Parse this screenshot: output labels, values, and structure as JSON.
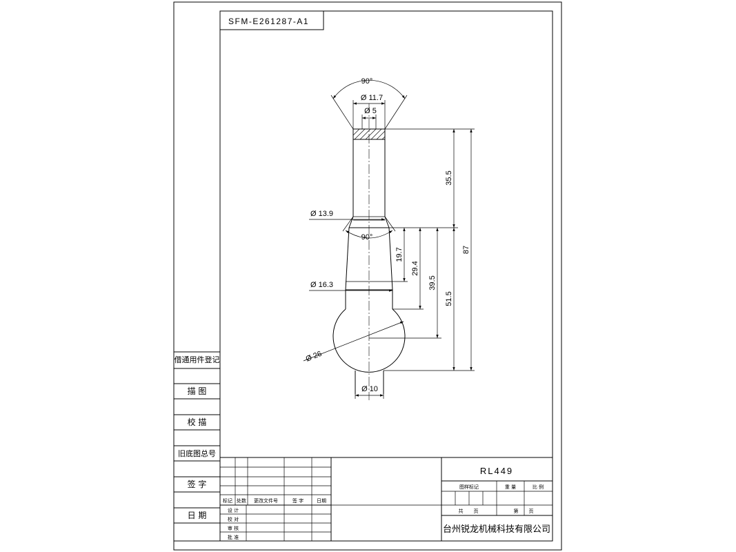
{
  "drawing_number": "SFM-E261287-A1",
  "part_code": "RL449",
  "company": "台州锐龙机械科技有限公司",
  "left_panel": {
    "borrow_register": "借通用件登记",
    "tracing": "描 图",
    "checking_trace": "校 描",
    "old_drawing_no": "旧底图总号",
    "signature": "签 字",
    "date": "日 期"
  },
  "revision_table": {
    "headers": [
      "标记",
      "处数",
      "更改文件号",
      "签 字",
      "日期"
    ],
    "roles": [
      "设 计",
      "校 对",
      "审 核",
      "批 准"
    ]
  },
  "title_block": {
    "drawing_mark": "图样标记",
    "weight": "重 量",
    "scale": "比 例",
    "total": "共",
    "pages": "页",
    "sheet": "第"
  },
  "dimensions": {
    "angle_top": "90°",
    "angle_mid": "90°",
    "d_11_7": "Ø 11.7",
    "d_5": "Ø 5",
    "d_13_9": "Ø 13.9",
    "d_16_3": "Ø 16.3",
    "d_26": "Ø 26",
    "d_10": "Ø 10",
    "l_35_5": "35.5",
    "l_87": "87",
    "l_19_7": "19.7",
    "l_29_4": "29.4",
    "l_39_5": "39.5",
    "l_51_5": "51.5"
  }
}
